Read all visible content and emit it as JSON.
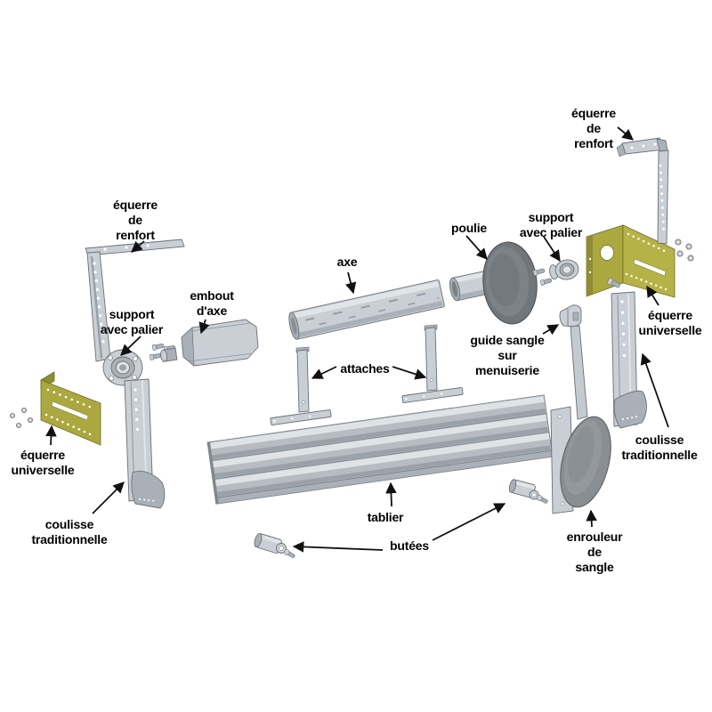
{
  "diagram": {
    "type": "exploded parts diagram",
    "subject": "volet roulant (roller shutter) components",
    "background": "#ffffff",
    "label_color": "#000000",
    "arrow_color": "#111111",
    "part_gray": "#c9cfd5",
    "part_dark_gray": "#71767b",
    "accent_yellow": "#aaa83f",
    "labels": {
      "equerre_renfort_left": "équerre\nde\nrenfort",
      "support_palier_left": "support\navec palier",
      "embout_axe": "embout\nd'axe",
      "axe": "axe",
      "poulie": "poulie",
      "support_palier_right": "support\navec palier",
      "equerre_renfort_right": "équerre\nde\nrenfort",
      "equerre_universelle_right": "équerre\nuniverselle",
      "guide_sangle": "guide sangle\nsur\nmenuiserie",
      "attaches": "attaches",
      "coulisse_traditionnelle_right": "coulisse\ntraditionnelle",
      "equerre_universelle_left": "équerre\nuniverselle",
      "coulisse_traditionnelle_left": "coulisse\ntraditionnelle",
      "tablier": "tablier",
      "butees": "butées",
      "enrouleur_sangle": "enrouleur\nde\nsangle"
    }
  }
}
